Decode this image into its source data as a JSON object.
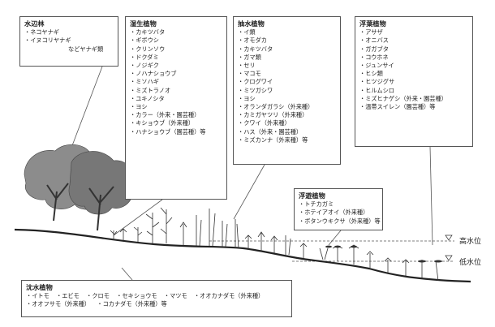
{
  "groups": {
    "waterside_forest": {
      "title": "水辺林",
      "items": [
        "ネコヤナギ",
        "イヌコリヤナギ"
      ],
      "note": "などヤナギ類"
    },
    "wet_plants": {
      "title": "湿生植物",
      "items": [
        "カキツバタ",
        "ギボウシ",
        "クリンソウ",
        "ドクダミ",
        "ノジギク",
        "ノハナショウブ",
        "ミソハギ",
        "ミズトラノオ",
        "ユキノシタ",
        "ヨシ",
        "カラー（外来・園芸種）",
        "キショウブ（外来種）",
        "ハナショウブ（園芸種）等"
      ]
    },
    "emergent_plants": {
      "title": "抽水植物",
      "items": [
        "イ類",
        "オモダカ",
        "カキツバタ",
        "ガマ類",
        "セリ",
        "マコモ",
        "クログワイ",
        "ミツガシワ",
        "ヨシ",
        "オランダガラシ（外来種）",
        "カミガヤツリ（外来種）",
        "クワイ（外来種）",
        "ハス（外来・園芸種）",
        "ミズカンナ（外来種）等"
      ]
    },
    "floating_leaf_plants": {
      "title": "浮葉植物",
      "items": [
        "アサザ",
        "オニバス",
        "ガガブタ",
        "コウホネ",
        "ジュンサイ",
        "ヒシ類",
        "ヒツジグサ",
        "ヒルムシロ",
        "ミズヒナゲシ（外来・園芸種）",
        "温帯スイレン（園芸種）等"
      ]
    },
    "free_floating_plants": {
      "title": "浮遊植物",
      "items": [
        "トチカガミ",
        "ホテイアオイ（外来種）",
        "ボタンウキクサ（外来種）等"
      ]
    },
    "submerged_plants": {
      "title": "沈水植物",
      "items": [
        "イトモ",
        "エビモ",
        "クロモ",
        "セキショウモ",
        "マツモ",
        "オオカナダモ（外来種）",
        "オオフサモ（外来種）",
        "コカナダモ（外来種）等"
      ]
    }
  },
  "water_levels": {
    "high": "高水位",
    "low": "低水位"
  },
  "colors": {
    "line": "#222222",
    "tree_fill": "#8c8c8c",
    "tree_dark": "#555555",
    "box_border": "#555555"
  }
}
